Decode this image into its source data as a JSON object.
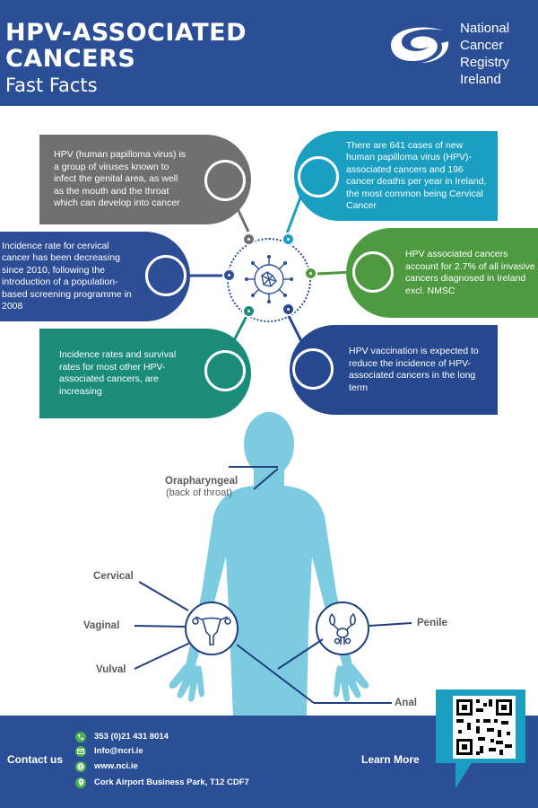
{
  "header": {
    "title": "HPV-ASSOCIATED CANCERS",
    "subtitle": "Fast Facts",
    "org_name": "National Cancer Registry Ireland",
    "logo_icon": "ncri-swirl-logo",
    "background": "#2b4f96"
  },
  "facts": [
    {
      "id": "definition",
      "text": "HPV (human papilloma virus) is a group of viruses known to infect the genital area, as well as the mouth and the throat which can develop into cancer",
      "color": "#707070"
    },
    {
      "id": "cases",
      "text": "There are 641 cases of new human papilloma virus (HPV)-associated cancers and 196 cancer deaths per year in Ireland, the most common being Cervical Cancer",
      "color": "#1a9fc2"
    },
    {
      "id": "cervical-incidence",
      "text": "Incidence rate for cervical cancer has been decreasing since 2010, following the introduction of a population-based screening programme in 2008",
      "color": "#2d4e96"
    },
    {
      "id": "invasive-share",
      "text": "HPV associated cancers account for 2.7% of all invasive cancers diagnosed in Ireland excl. NMSC",
      "color": "#4e9a41"
    },
    {
      "id": "other-cancers",
      "text": "Incidence rates and survival rates for most other HPV-associated cancers, are increasing",
      "color": "#1c8c7a"
    },
    {
      "id": "vaccination",
      "text": "HPV vaccination is expected to reduce the incidence of HPV-associated cancers in the long term",
      "color": "#26488f"
    }
  ],
  "center_icon": "virus-icon",
  "body_labels": {
    "orapharyngeal": "Orapharyngeal",
    "orapharyngeal_sub": "(back of throat)",
    "cervical": "Cervical",
    "vaginal": "Vaginal",
    "vulval": "Vulval",
    "penile": "Penile",
    "anal": "Anal"
  },
  "body_color": "#7ccbe0",
  "footer": {
    "contact_title": "Contact us",
    "phone": "353 (0)21 431 8014",
    "email": "Info@ncri.ie",
    "website": "www.nci.ie",
    "address": "Cork Airport Business Park, T12 CDF7",
    "learn_more": "Learn More",
    "qr_icon": "qr-code"
  }
}
